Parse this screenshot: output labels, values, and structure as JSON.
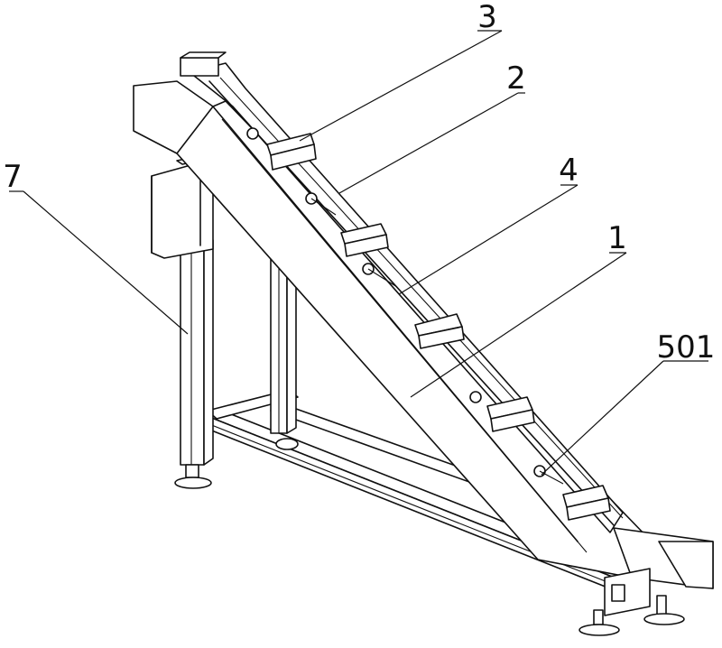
{
  "callouts": [
    {
      "id": "3",
      "text": "3"
    },
    {
      "id": "2",
      "text": "2"
    },
    {
      "id": "4",
      "text": "4"
    },
    {
      "id": "1",
      "text": "1"
    },
    {
      "id": "501",
      "text": "501"
    },
    {
      "id": "7",
      "text": "7"
    }
  ]
}
